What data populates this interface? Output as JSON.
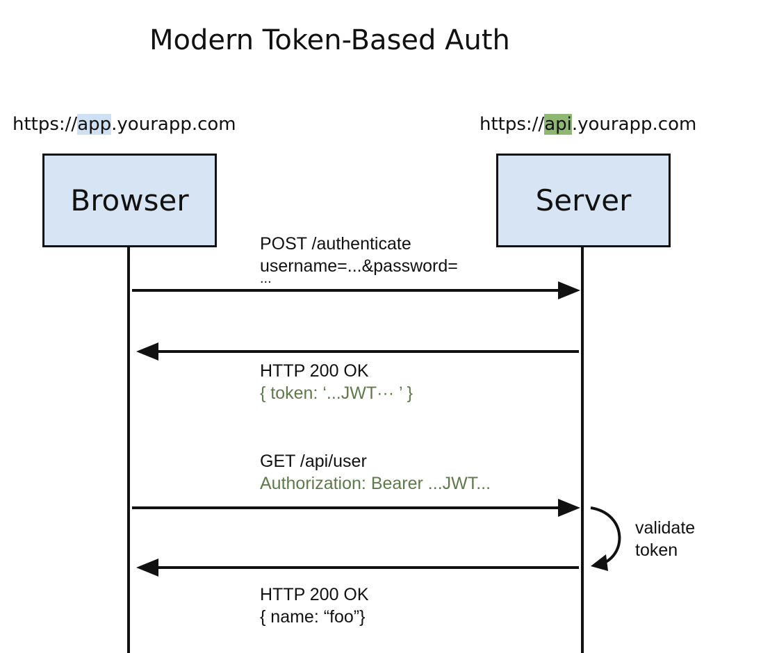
{
  "title": "Modern Token-Based Auth",
  "browser_url": {
    "prefix": "https://",
    "highlight": "app",
    "suffix": ".yourapp.com"
  },
  "server_url": {
    "prefix": "https://",
    "highlight": "api",
    "suffix": ".yourapp.com"
  },
  "participants": {
    "browser": "Browser",
    "server": "Server"
  },
  "messages": [
    {
      "line1": "POST /authenticate",
      "line2": "username=...&password=",
      "line3": "..."
    },
    {
      "line1": "HTTP 200 OK",
      "line2": "{ token: ‘...JWT··· ’ }"
    },
    {
      "line1": "GET /api/user",
      "line2": "Authorization: Bearer ...JWT..."
    },
    {
      "line1": "HTTP 200 OK",
      "line2": "{ name: “foo”}"
    }
  ],
  "self_action": {
    "line1": "validate",
    "line2": "token"
  },
  "colors": {
    "box_fill": "#d6e4f3",
    "app_highlight": "#cfe0f3",
    "api_highlight": "#8fb774",
    "muted_text": "#5e7a4a"
  }
}
